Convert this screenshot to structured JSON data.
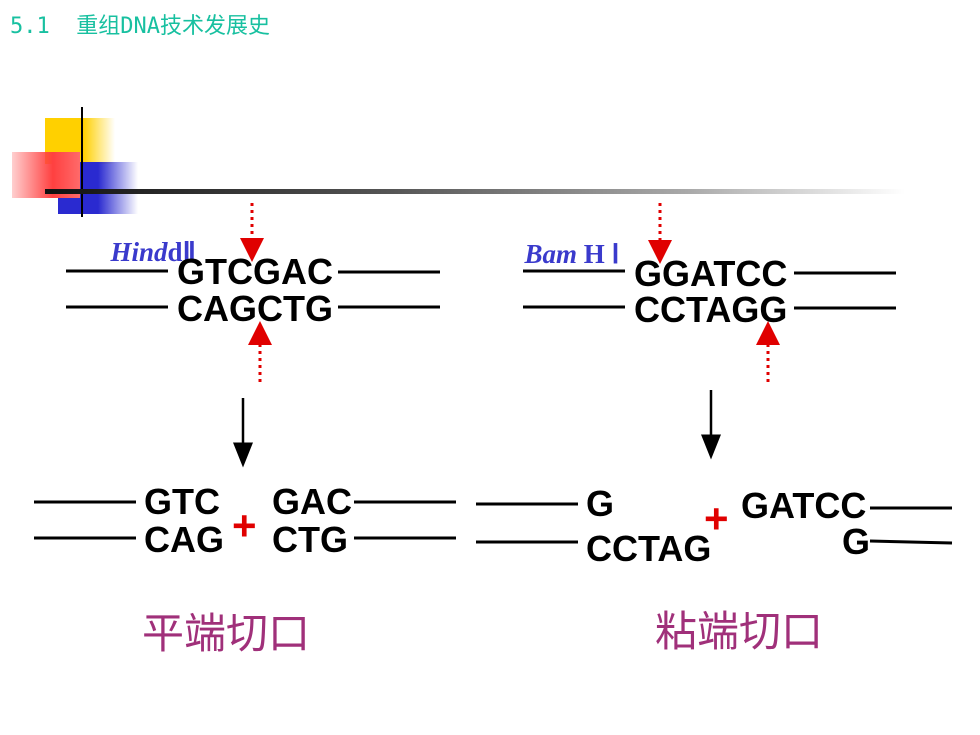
{
  "header": {
    "title": "5.1  重组DNA技术发展史"
  },
  "left": {
    "enzyme_italic": "Hind",
    "enzyme_rest": "Ⅱ",
    "top_strand": "GTCGAC",
    "bottom_strand": "CAGCTG",
    "frag_left_top": "GTC",
    "frag_left_bottom": "CAG",
    "frag_right_top": "GAC",
    "frag_right_bottom": "CTG",
    "plus": "+",
    "caption": "平端切口"
  },
  "right": {
    "enzyme_italic": "Bam",
    "enzyme_rest": " H Ⅰ",
    "top_strand": "GGATCC",
    "bottom_strand": "CCTAGG",
    "frag_left_top": "G",
    "frag_left_bottom": "CCTAG",
    "frag_right_top": "GATCC",
    "frag_right_bottom": "G",
    "plus": "+",
    "caption": "粘端切口"
  },
  "colors": {
    "header": "#18c0a0",
    "enzyme": "#3a3acc",
    "cut_marker": "#e00000",
    "caption": "#a0307a",
    "decoration_yellow": "#ffd000",
    "decoration_red": "#ff4040",
    "decoration_blue": "#2a2ad0"
  }
}
